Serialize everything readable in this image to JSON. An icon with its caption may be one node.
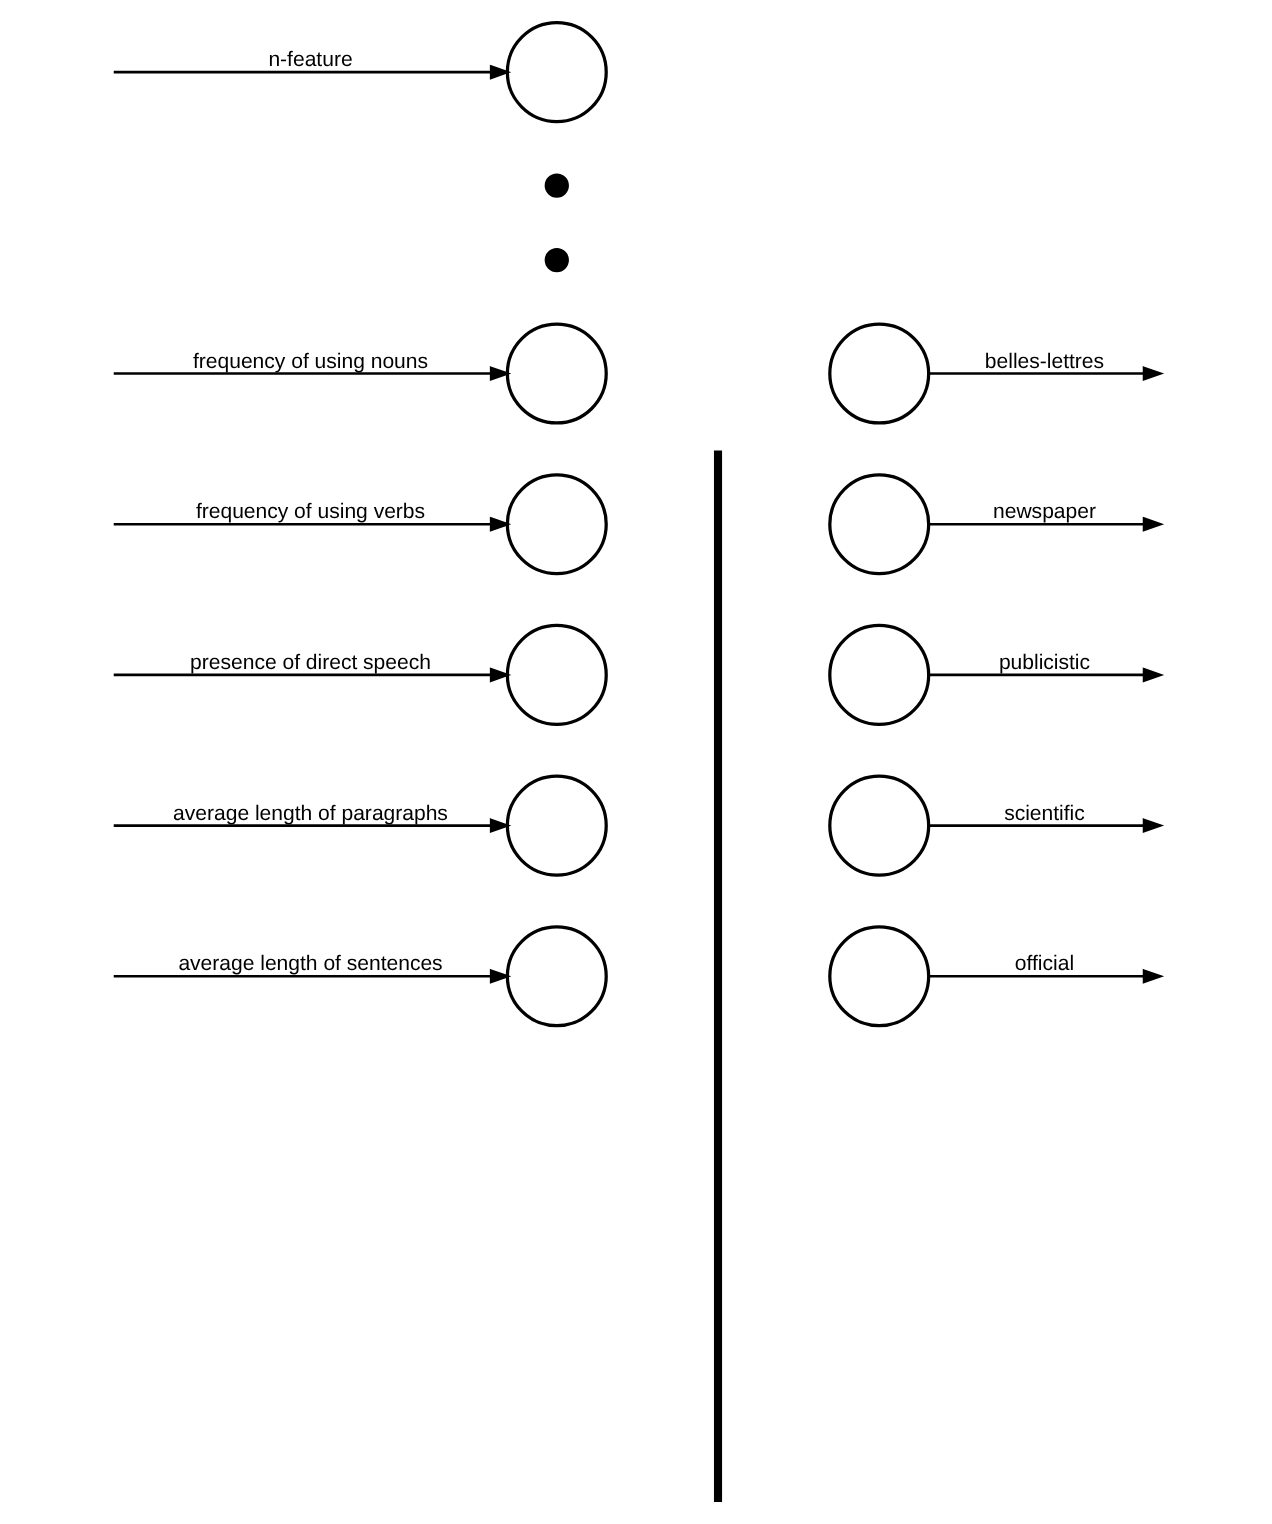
{
  "diagram": {
    "nodes": [
      {
        "text": [],
        "shape": "circle"
      },
      {
        "text": [],
        "shape": "circle"
      },
      {
        "text": [],
        "shape": "circle"
      },
      {
        "text": [],
        "shape": "circle"
      },
      {
        "text": [],
        "shape": "circle"
      },
      {
        "text": [],
        "shape": "dot"
      },
      {
        "text": [],
        "shape": "dot"
      },
      {
        "text": [],
        "shape": "circle"
      },
      {
        "text": [],
        "shape": "circle"
      },
      {
        "text": [],
        "shape": "circle"
      },
      {
        "text": [],
        "shape": "circle"
      },
      {
        "text": [],
        "shape": "circle"
      },
      {
        "text": [],
        "shape": "circle"
      }
    ],
    "edges": [
      {
        "from": null,
        "to": 0,
        "arrow": "to",
        "label": "average length of sentences"
      },
      {
        "from": null,
        "to": 1,
        "arrow": "to",
        "label": "average length of paragraphs"
      },
      {
        "from": null,
        "to": 2,
        "arrow": "to",
        "label": "presence of direct speech"
      },
      {
        "from": null,
        "to": 3,
        "arrow": "to",
        "label": "frequency of using verbs"
      },
      {
        "from": null,
        "to": 4,
        "arrow": "to",
        "label": "frequency of using nouns"
      },
      {
        "from": null,
        "to": 7,
        "arrow": "to",
        "label": "n-feature"
      },
      {
        "from": 8,
        "to": null,
        "arrow": "to",
        "label": "official"
      },
      {
        "from": 9,
        "to": null,
        "arrow": "to",
        "label": "scientific"
      },
      {
        "from": 10,
        "to": null,
        "arrow": "to",
        "label": "publicistic"
      },
      {
        "from": 11,
        "to": null,
        "arrow": "to",
        "label": "newspaper"
      },
      {
        "from": 12,
        "to": null,
        "arrow": "to",
        "label": "belles-lettres"
      }
    ]
  }
}
